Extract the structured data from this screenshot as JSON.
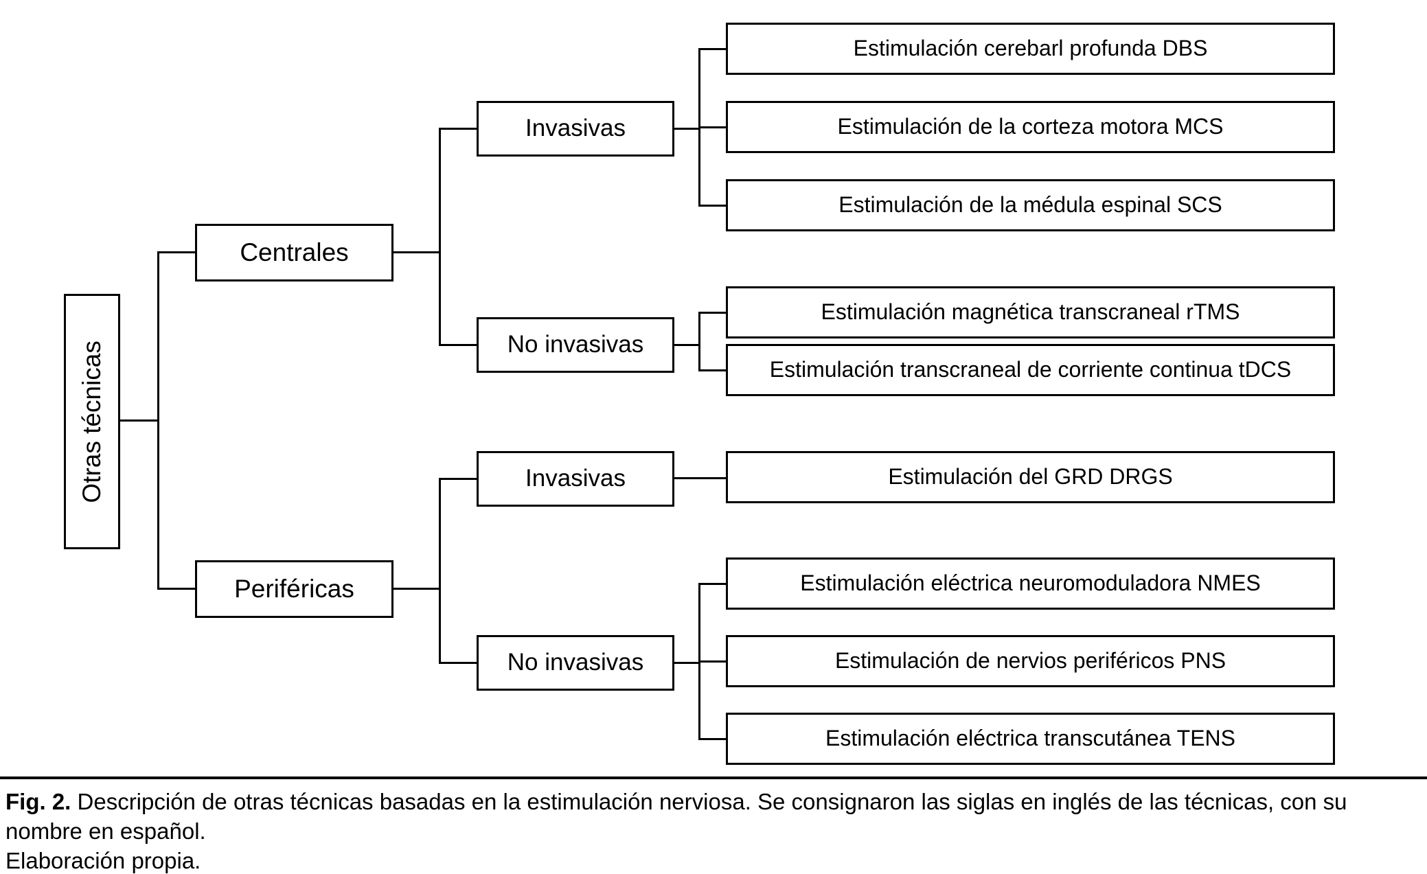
{
  "figure": {
    "root": {
      "label": "Otras técnicas"
    },
    "level1": [
      {
        "label": "Centrales"
      },
      {
        "label": "Periféricas"
      }
    ],
    "level2": [
      {
        "label": "Invasivas"
      },
      {
        "label": "No invasivas"
      },
      {
        "label": "Invasivas"
      },
      {
        "label": "No invasivas"
      }
    ],
    "leaves": [
      {
        "label": "Estimulación cerebarl profunda DBS"
      },
      {
        "label": "Estimulación de la corteza motora MCS"
      },
      {
        "label": "Estimulación de la médula espinal SCS"
      },
      {
        "label": "Estimulación magnética transcraneal rTMS"
      },
      {
        "label": "Estimulación transcraneal de corriente continua tDCS"
      },
      {
        "label": "Estimulación del GRD DRGS"
      },
      {
        "label": "Estimulación eléctrica neuromoduladora NMES"
      },
      {
        "label": "Estimulación de nervios periféricos PNS"
      },
      {
        "label": "Estimulación eléctrica transcutánea TENS"
      }
    ],
    "colors": {
      "stroke": "#000000",
      "fill": "#ffffff",
      "text": "#000000"
    }
  },
  "caption": {
    "fig_label": "Fig. 2.",
    "line1": " Descripción de otras técnicas basadas en la estimulación nerviosa. Se consignaron las siglas en inglés de las técnicas, con su nombre en español.",
    "line2": "Elaboración propia."
  }
}
